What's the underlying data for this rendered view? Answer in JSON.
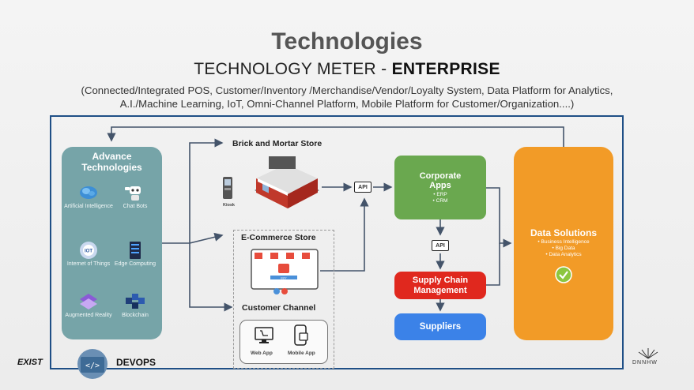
{
  "header": {
    "title": "Technologies",
    "subtitle_prefix": "TECHNOLOGY METER - ",
    "subtitle_bold": "ENTERPRISE",
    "description_line1": "(Connected/Integrated POS, Customer/Inventory /Merchandise/Vendor/Loyalty System, Data Platform for Analytics,",
    "description_line2": "A.I./Machine Learning, IoT, Omni-Channel Platform, Mobile Platform for Customer/Organization....)"
  },
  "advance": {
    "title_line1": "Advance",
    "title_line2": "Technologies",
    "items": [
      {
        "label": "Artificial Intelligence",
        "icon": "brain-icon"
      },
      {
        "label": "Chat Bots",
        "icon": "robot-icon"
      },
      {
        "label": "Internet of Things",
        "icon": "iot-icon"
      },
      {
        "label": "Edge Computing",
        "icon": "server-icon"
      },
      {
        "label": "Augmented Reality",
        "icon": "ar-icon"
      },
      {
        "label": "Blockchain",
        "icon": "blockchain-icon"
      }
    ]
  },
  "brick": {
    "label": "Brick and Mortar Store",
    "kiosk": "Kiosk"
  },
  "ecommerce": {
    "label": "E-Commerce Store",
    "screen_text": "BUY"
  },
  "customer": {
    "label": "Customer Channel",
    "web": "Web App",
    "mobile": "Mobile App"
  },
  "api_label": "API",
  "corporate": {
    "title_line1": "Corporate",
    "title_line2": "Apps",
    "bullets": [
      "ERP",
      "CRM"
    ]
  },
  "supply": {
    "line1": "Supply Chain",
    "line2": "Management"
  },
  "suppliers": {
    "label": "Suppliers"
  },
  "data_solutions": {
    "title": "Data Solutions",
    "bullets": [
      "Business Intelligence",
      "Big Data",
      "Data Analytics"
    ]
  },
  "footer": {
    "devops": "DEVOPS",
    "left_logo": "EXIST",
    "right_logo": "DNNHW"
  },
  "colors": {
    "frame": "#1f4f86",
    "advance": "#76a4a8",
    "corporate": "#6aa84f",
    "supply": "#e0281e",
    "suppliers": "#3b82e8",
    "data": "#f29b27"
  }
}
